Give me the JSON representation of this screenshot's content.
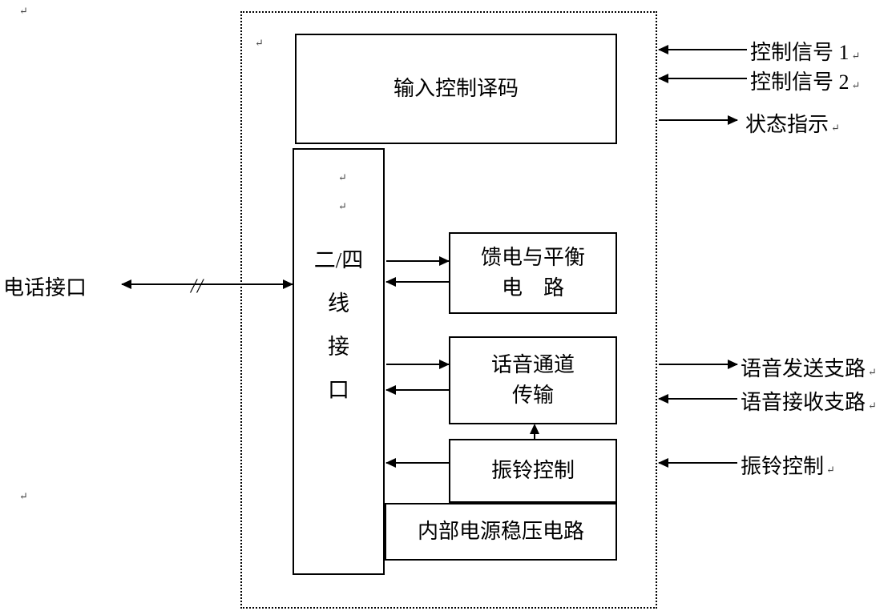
{
  "boxes": {
    "decoder": {
      "label": "输入控制译码"
    },
    "line_interface": {
      "lines": [
        "二/四",
        "线",
        "接",
        "口"
      ]
    },
    "feed_balance": {
      "lines": [
        "馈电与平衡",
        "电　路"
      ]
    },
    "voice_channel": {
      "lines": [
        "话音通道",
        "传输"
      ]
    },
    "ring_control": {
      "label": "振铃控制"
    },
    "power_supply": {
      "label": "内部电源稳压电路"
    }
  },
  "external_labels": {
    "phone_interface": "电话接口",
    "control_signal_1": "控制信号 1",
    "control_signal_2": "控制信号 2",
    "status_indication": "状态指示",
    "voice_send_branch": "语音发送支路",
    "voice_receive_branch": "语音接收支路",
    "ring_control_signal": "振铃控制"
  },
  "annotations": {
    "bus_width_mark": "//",
    "paragraph_mark": "↵"
  },
  "colors": {
    "line": "#000000",
    "background": "#ffffff"
  }
}
